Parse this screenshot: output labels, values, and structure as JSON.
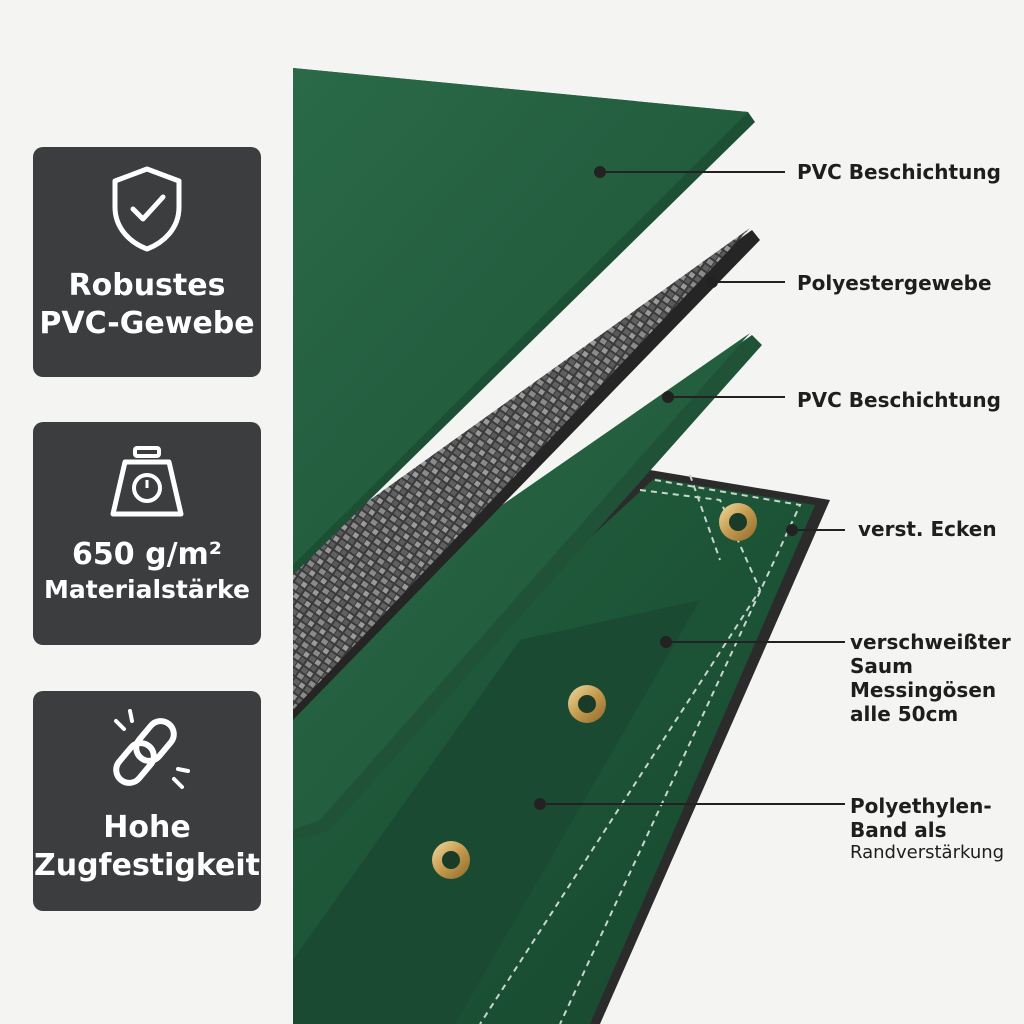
{
  "features": [
    {
      "icon": "shield-check-icon",
      "lines": [
        "Robustes",
        "PVC-Gewebe"
      ]
    },
    {
      "icon": "weight-scale-icon",
      "lines": [
        "650 g/m²",
        "Materialstärke"
      ]
    },
    {
      "icon": "chain-link-icon",
      "lines": [
        "Hohe",
        "Zugfestigkeit"
      ]
    }
  ],
  "layers": [
    {
      "label": "PVC Beschichtung"
    },
    {
      "label": "Polyestergewebe"
    },
    {
      "label": "PVC Beschichtung"
    },
    {
      "label": "verst. Ecken"
    },
    {
      "label_lines": [
        "verschweißter",
        "Saum",
        "Messingösen",
        "alle 50cm"
      ]
    },
    {
      "label_lines": [
        "Polyethylen-",
        "Band als",
        "Randverstärkung"
      ]
    }
  ],
  "colors": {
    "card_bg": "#3b3d3e",
    "tarp_green": "#1f5a3c",
    "weave_dark": "#3a3a3a",
    "brass": "#c9a866"
  }
}
